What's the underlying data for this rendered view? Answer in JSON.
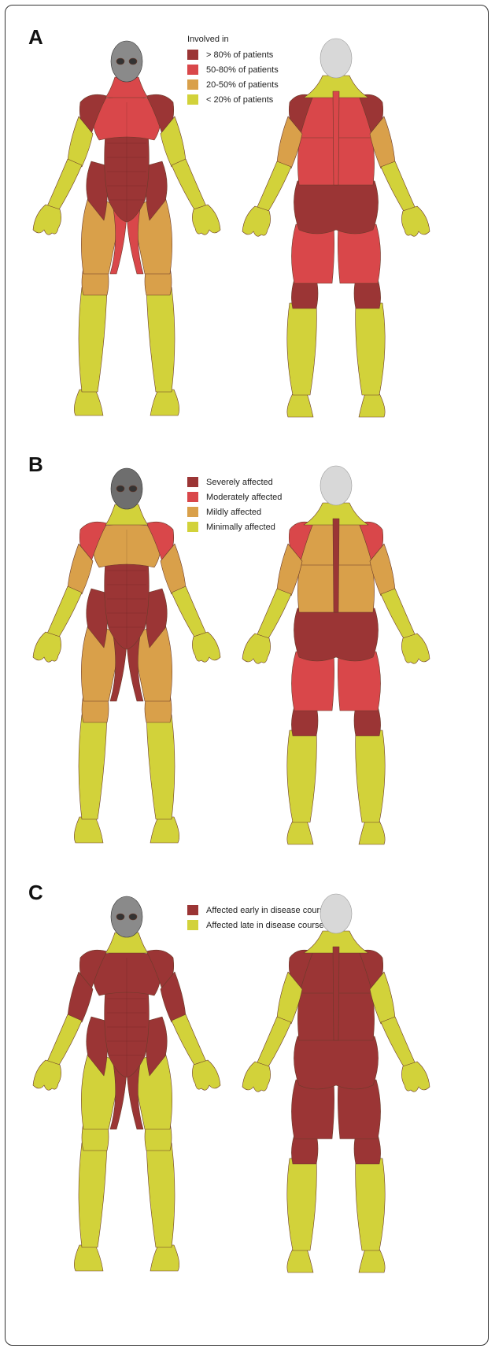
{
  "panels": [
    {
      "letter": "A",
      "legend_title": "Involved in",
      "legend": [
        {
          "label": "> 80% of patients",
          "color": "#9b3535"
        },
        {
          "label": "50-80% of patients",
          "color": "#d9474a"
        },
        {
          "label": "20-50% of patients",
          "color": "#d9a04a"
        },
        {
          "label": "<  20% of patients",
          "color": "#d2d23a"
        }
      ],
      "front": {
        "head": "skull",
        "neck": "red",
        "shoulders": "darkred",
        "chest": "red",
        "upperarm": "yellow",
        "forearm": "yellow",
        "hands": "yellow",
        "abdomen": "darkred",
        "hipside": "darkred",
        "thighs": "orange",
        "innerthigh": "red",
        "knees": "orange",
        "shins": "yellow",
        "feet": "yellow"
      },
      "back": {
        "head": "head",
        "neck": "yellow",
        "upperback": "red",
        "shoulders": "darkred",
        "upperarm": "orange",
        "forearm": "yellow",
        "hands": "yellow",
        "lowerback": "red",
        "spine": "red",
        "glutes": "darkred",
        "thighs": "red",
        "knees": "darkred",
        "calves": "yellow",
        "feet": "yellow"
      }
    },
    {
      "letter": "B",
      "legend_title": "",
      "legend": [
        {
          "label": "Severely affected",
          "color": "#9b3535"
        },
        {
          "label": "Moderately affected",
          "color": "#d9474a"
        },
        {
          "label": "Mildly affected",
          "color": "#d9a04a"
        },
        {
          "label": "Minimally affected",
          "color": "#d2d23a"
        }
      ],
      "front": {
        "head": "skullgray",
        "neck": "yellow",
        "shoulders": "red",
        "chest": "orange",
        "upperarm": "orange",
        "forearm": "yellow",
        "hands": "yellow",
        "abdomen": "darkred",
        "hipside": "darkred",
        "thighs": "orange",
        "innerthigh": "darkred",
        "knees": "orange",
        "shins": "yellow",
        "feet": "yellow"
      },
      "back": {
        "head": "head",
        "neck": "yellow",
        "upperback": "orange",
        "shoulders": "red",
        "upperarm": "orange",
        "forearm": "yellow",
        "hands": "yellow",
        "lowerback": "orange",
        "spine": "darkred",
        "glutes": "darkred",
        "thighs": "red",
        "knees": "darkred",
        "calves": "yellow",
        "feet": "yellow"
      }
    },
    {
      "letter": "C",
      "legend_title": "",
      "legend": [
        {
          "label": "Affected early in disease course",
          "color": "#9b3535"
        },
        {
          "label": "Affected late in disease course",
          "color": "#d2d23a"
        }
      ],
      "front": {
        "head": "skull",
        "neck": "yellow",
        "shoulders": "darkred",
        "chest": "darkred",
        "upperarm": "darkred",
        "forearm": "yellow",
        "hands": "yellow",
        "abdomen": "darkred",
        "hipside": "darkred",
        "thighs": "yellow",
        "innerthigh": "darkred",
        "knees": "yellow",
        "shins": "yellow",
        "feet": "yellow"
      },
      "back": {
        "head": "head",
        "neck": "yellow",
        "upperback": "darkred",
        "shoulders": "darkred",
        "upperarm": "yellow",
        "forearm": "yellow",
        "hands": "yellow",
        "lowerback": "darkred",
        "spine": "darkred",
        "glutes": "darkred",
        "thighs": "darkred",
        "knees": "darkred",
        "calves": "yellow",
        "feet": "yellow"
      }
    }
  ],
  "colors": {
    "darkred": "#9b3535",
    "red": "#d9474a",
    "orange": "#d9a04a",
    "yellow": "#d2d23a",
    "skull": "#8a8a8a",
    "skullgray": "#6e6e6e",
    "head": "#d8d8d8"
  }
}
